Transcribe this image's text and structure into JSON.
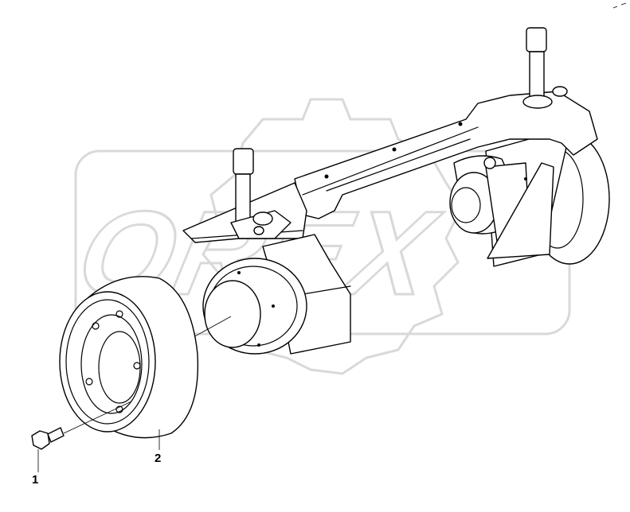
{
  "watermark": {
    "text": "OREX"
  },
  "callouts": [
    {
      "id": "1",
      "label": "1"
    },
    {
      "id": "2",
      "label": "2"
    }
  ],
  "colors": {
    "line": "#000000",
    "watermark": "#d9d9d9",
    "background": "#ffffff"
  }
}
